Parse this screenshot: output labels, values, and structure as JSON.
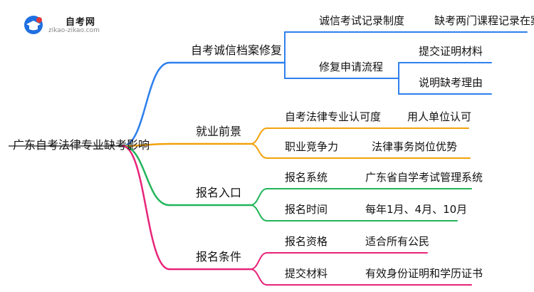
{
  "logo": {
    "title": "自考网",
    "subtitle": "zikao-zikao.com",
    "colors": [
      "#1e6fe0",
      "#e03a3a"
    ]
  },
  "root": {
    "label": "广东自考法律专业缺考影响"
  },
  "branches": [
    {
      "label": "自考诚信档案修复",
      "color": "#2f80ed",
      "children": [
        {
          "label": "诚信考试记录制度",
          "children": [
            {
              "label": "缺考两门课程记录在案"
            }
          ]
        },
        {
          "label": "修复申请流程",
          "children": [
            {
              "label": "提交证明材料"
            },
            {
              "label": "说明缺考理由"
            }
          ]
        }
      ]
    },
    {
      "label": "就业前景",
      "color": "#f2a20c",
      "children": [
        {
          "label": "自考法律专业认可度",
          "children": [
            {
              "label": "用人单位认可"
            }
          ]
        },
        {
          "label": "职业竞争力",
          "children": [
            {
              "label": "法律事务岗位优势"
            }
          ]
        }
      ]
    },
    {
      "label": "报名入口",
      "color": "#22b55a",
      "children": [
        {
          "label": "报名系统",
          "children": [
            {
              "label": "广东省自学考试管理系统"
            }
          ]
        },
        {
          "label": "报名时间",
          "children": [
            {
              "label": "每年1月、4月、10月"
            }
          ]
        }
      ]
    },
    {
      "label": "报名条件",
      "color": "#e8247a",
      "children": [
        {
          "label": "报名资格",
          "children": [
            {
              "label": "适合所有公民"
            }
          ]
        },
        {
          "label": "提交材料",
          "children": [
            {
              "label": "有效身份证明和学历证书"
            }
          ]
        }
      ]
    }
  ]
}
